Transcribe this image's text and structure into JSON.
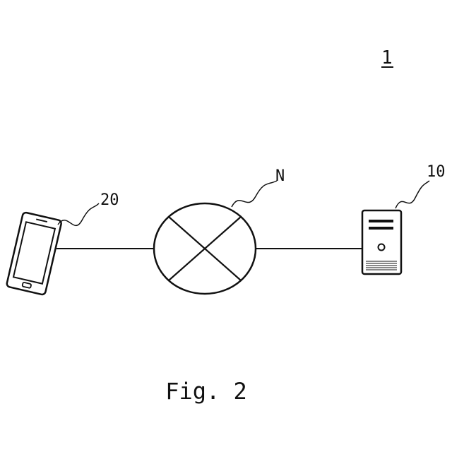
{
  "diagram": {
    "system_label": "1",
    "nodes": {
      "phone": {
        "label": "20",
        "icon": "smartphone-icon"
      },
      "network": {
        "label": "N",
        "icon": "network-switch-icon"
      },
      "server": {
        "label": "10",
        "icon": "server-icon"
      }
    },
    "caption": "Fig. 2",
    "colors": {
      "line": "#111111",
      "background": "#ffffff"
    }
  }
}
